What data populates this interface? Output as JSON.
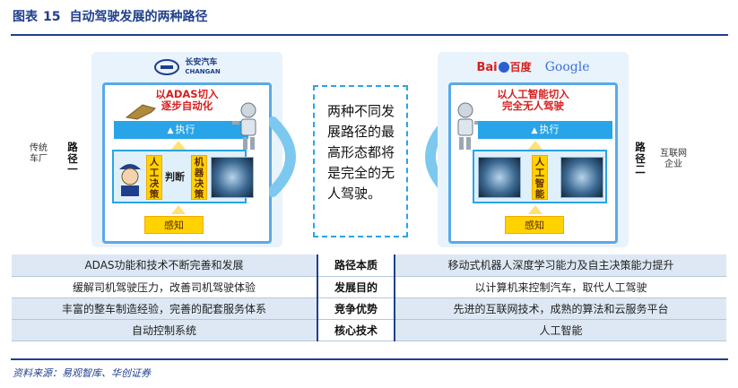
{
  "figure": {
    "label": "图表",
    "number": "15",
    "title": "自动驾驶发展的两种路径"
  },
  "left": {
    "side_label": "传统车厂",
    "path_label": "路径一",
    "logo_cn": "长安汽车",
    "logo_en": "CHANGAN",
    "approach_line1": "以ADAS切入",
    "approach_line2": "逐步自动化",
    "execute": "执行",
    "col_a": "人工决策",
    "judge": "判断",
    "col_b": "机器决策",
    "perceive": "感知"
  },
  "right": {
    "side_label": "互联网企业",
    "path_label": "路径二",
    "logo_baidu": "Bai",
    "logo_baidu_cn": "百度",
    "logo_google": "Google",
    "approach_line1": "以人工智能切入",
    "approach_line2": "完全无人驾驶",
    "execute": "执行",
    "col_a": "人工智能",
    "perceive": "感知"
  },
  "center_text": "两种不同发展路径的最高形态都将是完全的无人驾驶。",
  "table": {
    "rows": [
      {
        "left": "ADAS功能和技术不断完善和发展",
        "key": "路径本质",
        "right": "移动式机器人深度学习能力及自主决策能力提升"
      },
      {
        "left": "缓解司机驾驶压力，改善司机驾驶体验",
        "key": "发展目的",
        "right": "以计算机来控制汽车，取代人工驾驶"
      },
      {
        "left": "丰富的整车制造经验，完善的配套服务体系",
        "key": "竞争优势",
        "right": "先进的互联网技术，成熟的算法和云服务平台"
      },
      {
        "left": "自动控制系统",
        "key": "核心技术",
        "right": "人工智能"
      }
    ]
  },
  "source": "资料来源：易观智库、华创证券",
  "colors": {
    "accent": "#1f3f8c",
    "blue": "#29a4e8",
    "yellow": "#ffd200",
    "red": "#d81e1e"
  }
}
